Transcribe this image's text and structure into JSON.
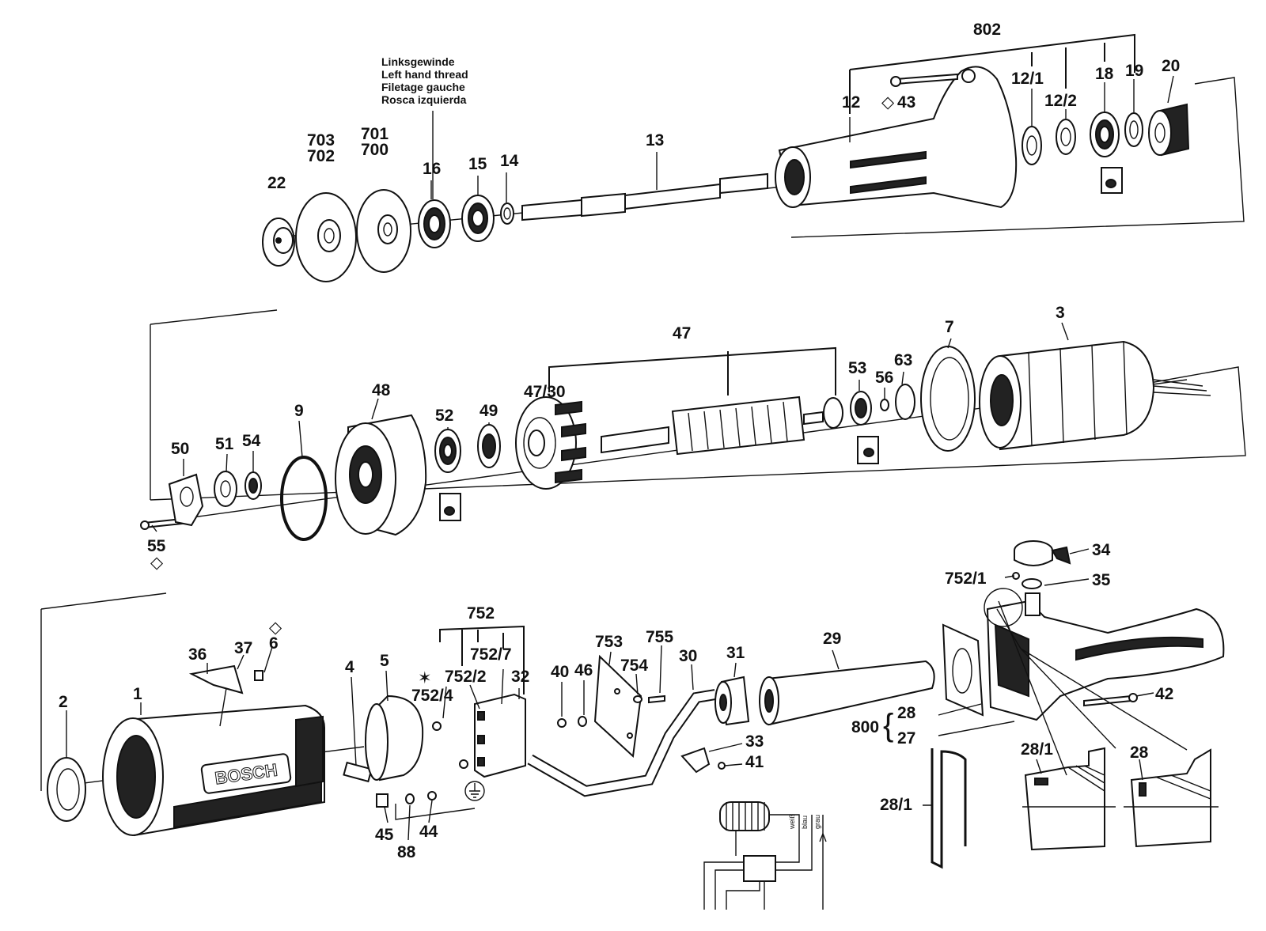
{
  "thread_note": {
    "lines": [
      "Linksgewinde",
      "Left hand thread",
      "Filetage gauche",
      "Rosca izquierda"
    ]
  },
  "labels": {
    "l802": "802",
    "l12_1": "12/1",
    "l12_2": "12/2",
    "l18": "18",
    "l19": "19",
    "l20": "20",
    "l12": "12",
    "l43": "43",
    "l13": "13",
    "l14": "14",
    "l15": "15",
    "l16": "16",
    "l22": "22",
    "l703": "703",
    "l702": "702",
    "l701": "701",
    "l700": "700",
    "l47": "47",
    "l3": "3",
    "l7": "7",
    "l63": "63",
    "l53": "53",
    "l56": "56",
    "l47_30": "47/30",
    "l48": "48",
    "l9": "9",
    "l52": "52",
    "l49": "49",
    "l50": "50",
    "l51": "51",
    "l54": "54",
    "l55": "55",
    "l752": "752",
    "l752_7": "752/7",
    "l752_2": "752/2",
    "l32": "32",
    "l752_4": "752/4",
    "l753": "753",
    "l755": "755",
    "l754": "754",
    "l30": "30",
    "l31": "31",
    "l29": "29",
    "l34": "34",
    "l752_1": "752/1",
    "l35": "35",
    "l42": "42",
    "l28a": "28",
    "l800": "800",
    "l27": "27",
    "l28_1a": "28/1",
    "l28b": "28",
    "l28_1b": "28/1",
    "l36": "36",
    "l37": "37",
    "l6": "6",
    "l2": "2",
    "l1": "1",
    "l4": "4",
    "l5": "5",
    "l40": "40",
    "l46": "46",
    "l33": "33",
    "l41": "41",
    "l45": "45",
    "l44": "44",
    "l88": "88"
  },
  "brand": "BOSCH",
  "wire_colors": [
    "weiß",
    "blau",
    "grau"
  ]
}
